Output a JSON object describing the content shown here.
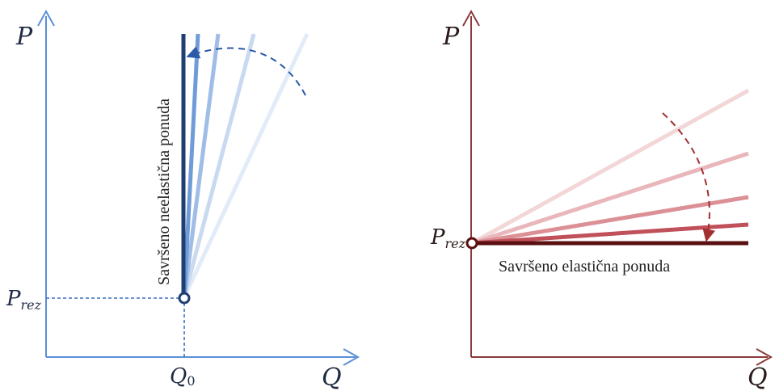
{
  "colors": {
    "blue_axis": "#5b8fd6",
    "blue_dark": "#1f3f73",
    "red_axis": "#8a3a3a",
    "red_dark": "#5a1010",
    "red_mid": "#c0505a"
  },
  "left_panel": {
    "y_axis_label": "P",
    "x_axis_label": "Q",
    "price_label_main": "P",
    "price_label_sub": "rez",
    "quantity_label_main": "Q",
    "quantity_label_sub": "0",
    "caption": "Savršeno neelastična ponuda"
  },
  "right_panel": {
    "y_axis_label": "P",
    "x_axis_label": "Q",
    "price_label_main": "P",
    "price_label_sub": "rez",
    "caption": "Savršeno elastična ponuda"
  }
}
